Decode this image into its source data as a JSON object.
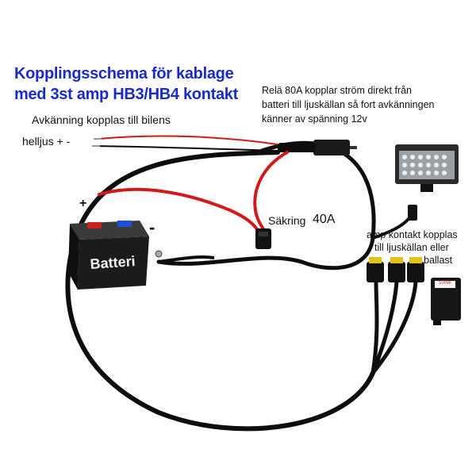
{
  "title": {
    "line1": "Kopplingsschema för kablage",
    "line2": "med 3st amp HB3/HB4 kontakt"
  },
  "relay_note": {
    "line1": "Relä 80A kopplar ström direkt från",
    "line2": "batteri till ljuskällan så fort avkänningen",
    "line3": "känner av spänning 12v"
  },
  "sense_note": {
    "line1": "Avkänning kopplas till bilens",
    "line2": "helljus + -"
  },
  "battery": {
    "label": "Batteri",
    "plus_sign": "+",
    "minus_sign": "-"
  },
  "fuse": {
    "label": "Säkring",
    "rating": "40A"
  },
  "amp_note": {
    "line1": "amp kontakt kopplas",
    "line2": "till ljuskällan eller",
    "line3": "ballast"
  },
  "ballast": {
    "label": "100W"
  },
  "colors": {
    "title": "#1a2bc8",
    "wire_black": "#0d0d0d",
    "wire_red": "#d21a1a",
    "battery_body": "#1b1b1b",
    "terminal_red": "#cc1f1f",
    "terminal_blue": "#1f4fd1"
  }
}
